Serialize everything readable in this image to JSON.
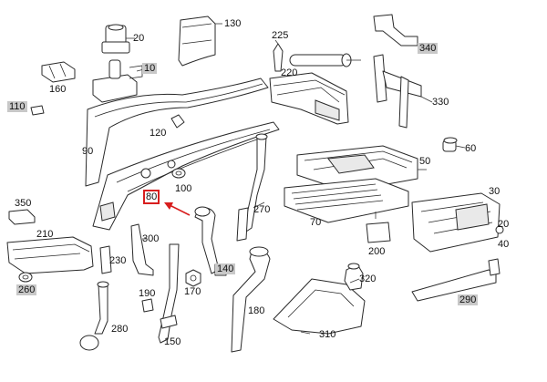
{
  "diagram": {
    "labels": [
      {
        "id": "130",
        "text": "130",
        "style": "plain"
      },
      {
        "id": "225",
        "text": "225",
        "style": "plain"
      },
      {
        "id": "340",
        "text": "340",
        "style": "boxed"
      },
      {
        "id": "20",
        "text": "20",
        "style": "plain"
      },
      {
        "id": "10",
        "text": "10",
        "style": "boxed"
      },
      {
        "id": "160",
        "text": "160",
        "style": "plain"
      },
      {
        "id": "220",
        "text": "220",
        "style": "plain"
      },
      {
        "id": "330",
        "text": "330",
        "style": "plain"
      },
      {
        "id": "110",
        "text": "110",
        "style": "boxed"
      },
      {
        "id": "120",
        "text": "120",
        "style": "plain"
      },
      {
        "id": "90",
        "text": "90",
        "style": "plain"
      },
      {
        "id": "60",
        "text": "60",
        "style": "plain"
      },
      {
        "id": "50",
        "text": "50",
        "style": "plain"
      },
      {
        "id": "100",
        "text": "100",
        "style": "plain"
      },
      {
        "id": "80",
        "text": "80",
        "style": "highlight"
      },
      {
        "id": "30",
        "text": "30",
        "style": "plain"
      },
      {
        "id": "350",
        "text": "350",
        "style": "plain"
      },
      {
        "id": "270",
        "text": "270",
        "style": "plain"
      },
      {
        "id": "70",
        "text": "70",
        "style": "plain"
      },
      {
        "id": "210",
        "text": "210",
        "style": "plain"
      },
      {
        "id": "300",
        "text": "300",
        "style": "plain"
      },
      {
        "id": "20b",
        "text": "20",
        "style": "plain"
      },
      {
        "id": "40",
        "text": "40",
        "style": "plain"
      },
      {
        "id": "200",
        "text": "200",
        "style": "plain"
      },
      {
        "id": "230",
        "text": "230",
        "style": "plain"
      },
      {
        "id": "140",
        "text": "140",
        "style": "boxed"
      },
      {
        "id": "260",
        "text": "260",
        "style": "boxed"
      },
      {
        "id": "320",
        "text": "320",
        "style": "plain"
      },
      {
        "id": "190",
        "text": "190",
        "style": "plain"
      },
      {
        "id": "170",
        "text": "170",
        "style": "plain"
      },
      {
        "id": "290",
        "text": "290",
        "style": "boxed"
      },
      {
        "id": "180",
        "text": "180",
        "style": "plain"
      },
      {
        "id": "280",
        "text": "280",
        "style": "plain"
      },
      {
        "id": "310",
        "text": "310",
        "style": "plain"
      },
      {
        "id": "150",
        "text": "150",
        "style": "plain"
      }
    ],
    "highlight_color": "#d81e1e",
    "label_box_color": "#c8c8c8",
    "line_color": "#2a2a2a"
  }
}
